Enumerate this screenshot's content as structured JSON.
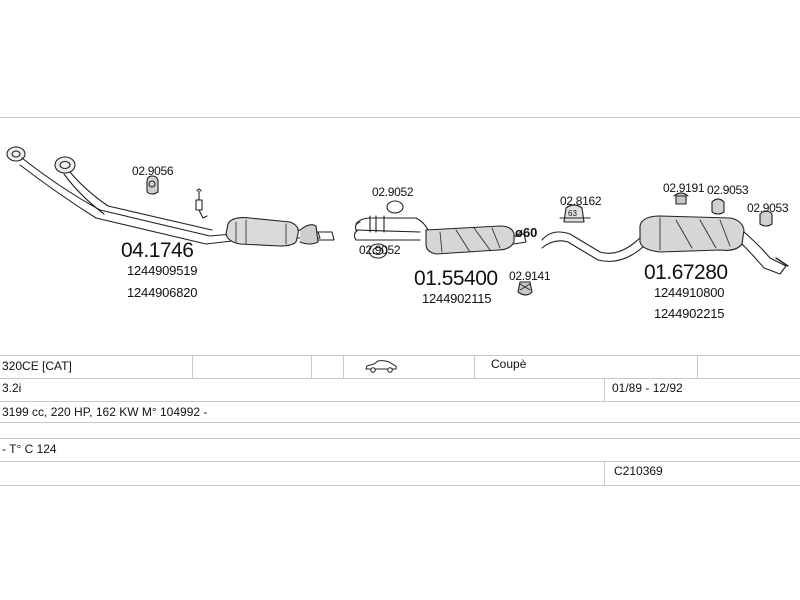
{
  "diagram": {
    "parts": [
      {
        "code": "02.9056"
      },
      {
        "code": "04.1746",
        "oem": [
          "1244909519",
          "1244906820"
        ]
      },
      {
        "code": "02.9052"
      },
      {
        "code": "02.9052"
      },
      {
        "code": "01.55400",
        "oem": [
          "1244902115"
        ]
      },
      {
        "code": "02.9141"
      },
      {
        "code": "02.8162"
      },
      {
        "code": "02.9191"
      },
      {
        "code": "02.9053"
      },
      {
        "code": "02.9053"
      },
      {
        "code": "01.67280",
        "oem": [
          "1244910800",
          "1244902215"
        ]
      }
    ],
    "pipe_diameter_label": "ø60",
    "clamp_size_label": "63"
  },
  "table": {
    "rows": [
      {
        "model": "320CE  [CAT]",
        "body": "Coupè",
        "icon": "car-coupe-icon"
      },
      {
        "engine": "3.2i",
        "dates": "01/89 - 12/92"
      },
      {
        "spec": "3199 cc, 220 HP, 162 KW M° 104992 -"
      },
      {
        "type": "- T° C 124"
      },
      {
        "ref": "C210369"
      }
    ]
  }
}
